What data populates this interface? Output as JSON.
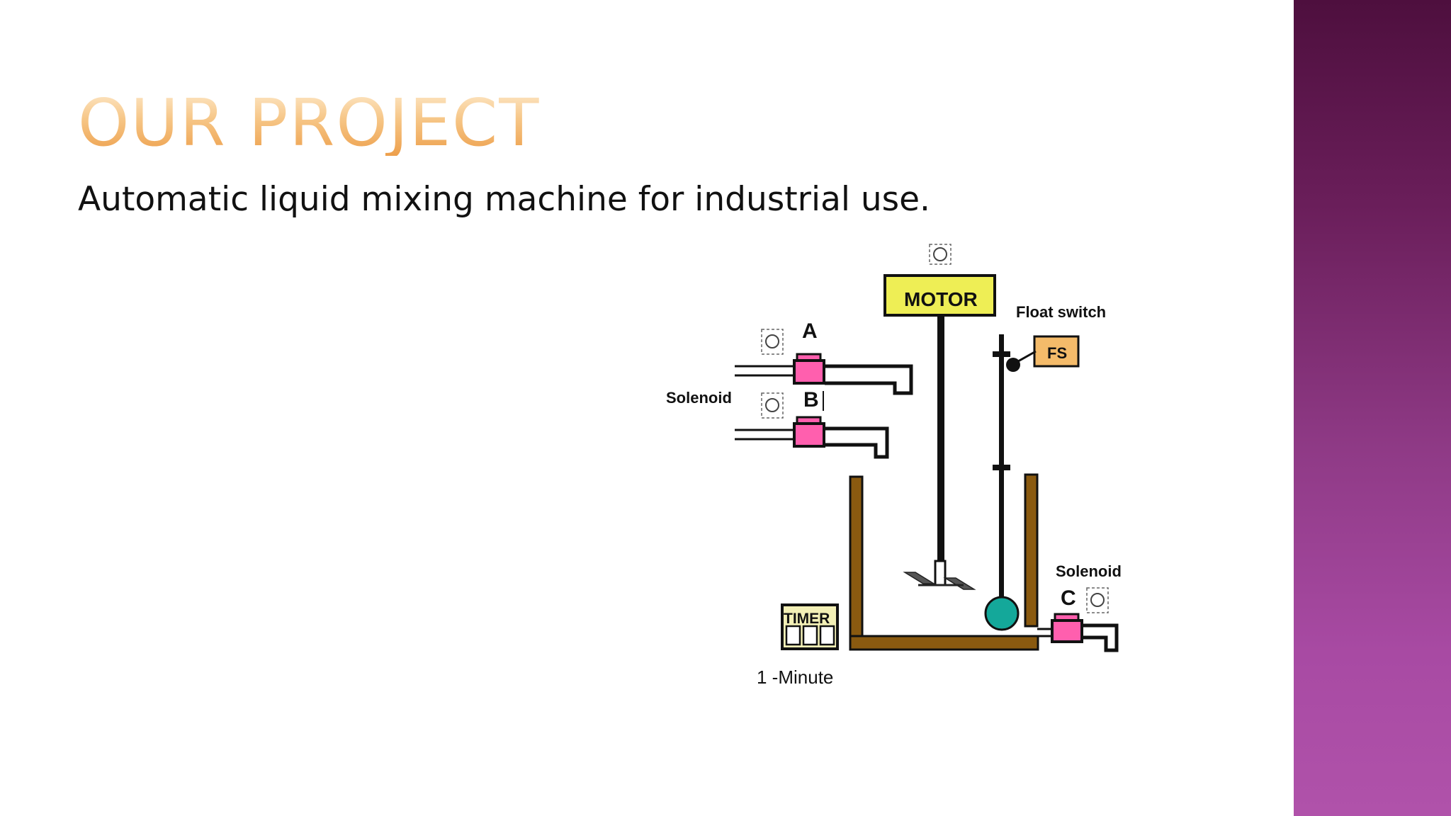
{
  "slide": {
    "title": "OUR PROJECT",
    "subtitle": "Automatic liquid mixing machine for industrial use."
  },
  "diagram": {
    "motor_label": "MOTOR",
    "float_switch_label": "Float switch",
    "fs_label": "FS",
    "solenoid_left_label": "Solenoid",
    "solenoid_right_label": "Solenoid",
    "valve_a_label": "A",
    "valve_b_label": "B",
    "valve_c_label": "C",
    "timer_label": "TIMER",
    "timer_duration": "1 -Minute"
  },
  "colors": {
    "title_gradient_top": "#fde7c6",
    "title_gradient_bottom": "#ed9f4b",
    "band_top": "#4e0f3e",
    "band_bottom": "#b052aa",
    "motor_fill": "#eeee55",
    "fs_fill": "#f4bb6a",
    "valve_fill": "#ff5fae",
    "tank_fill": "#8a5a10",
    "float_ball": "#14a89a",
    "timer_fill": "#f3f0b6"
  }
}
